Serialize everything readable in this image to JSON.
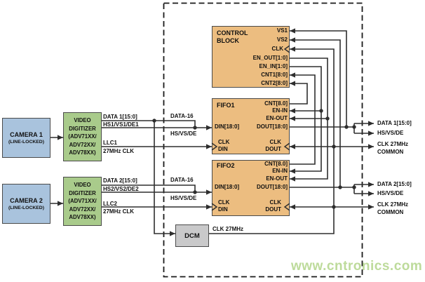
{
  "blocks": {
    "camera1": {
      "line1": "CAMERA 1",
      "line2": "(LINE-LOCKED)"
    },
    "camera2": {
      "line1": "CAMERA 2",
      "line2": "(LINE-LOCKED)"
    },
    "digitizer1": {
      "l1": "VIDEO",
      "l2": "DIGITIZER",
      "l3": "(ADV71XX/",
      "l4": "ADV72XX/",
      "l5": "ADV78XX)"
    },
    "digitizer2": {
      "l1": "VIDEO",
      "l2": "DIGITIZER",
      "l3": "(ADV71XX/",
      "l4": "ADV72XX/",
      "l5": "ADV78XX)"
    },
    "control": {
      "title1": "CONTROL",
      "title2": "BLOCK",
      "vs1": "VS1",
      "vs2": "VS2",
      "clk": "CLK",
      "en_out": "EN_OUT[1:0]",
      "en_in": "EN_IN[1:0]",
      "cnt1": "CNT1[8:0]",
      "cnt2": "CNT2[8:0]"
    },
    "fifo1": {
      "title": "FIFO1",
      "cnt": "CNT[8.0]",
      "en_in": "EN-IN",
      "en_out": "EN-OUT",
      "din": "DIN[18:0]",
      "dout": "DOUT[18:0]",
      "clk_din_1": "CLK",
      "clk_din_2": "DIN",
      "clk_dout_1": "CLK",
      "clk_dout_2": "DOUT"
    },
    "fifo2": {
      "title": "FIFO2",
      "cnt": "CNT[8.0]",
      "en_in": "EN-IN",
      "en_out": "EN-OUT",
      "din": "DIN[18:0]",
      "dout": "DOUT[18:0]",
      "clk_din_1": "CLK",
      "clk_din_2": "DIN",
      "clk_dout_1": "CLK",
      "clk_dout_2": "DOUT"
    },
    "dcm": {
      "title": "DCM"
    }
  },
  "wire_labels": {
    "data1": "DATA 1[15:0]",
    "hs1": "HS1/VS1/DE1",
    "llc1": "LLC1",
    "clk27_1": "27MHz CLK",
    "data16_1": "DATA-16",
    "hsvsde_1": "HS/VS/DE",
    "data2": "DATA 2[15:0]",
    "hs2": "HS2/VS2/DE2",
    "llc2": "LLC2",
    "clk27_2": "27MHz CLK",
    "data16_2": "DATA-16",
    "hsvsde_2": "HS/VS/DE",
    "dcm_clk": "CLK 27MHz"
  },
  "outputs": {
    "data1": "DATA 1[15:0]",
    "hsvsde1": "HS/VS/DE",
    "clk_common1a": "CLK 27MHz",
    "clk_common1b": "COMMON",
    "data2": "DATA 2[15:0]",
    "hsvsde2": "HS/VS/DE",
    "clk_common2a": "CLK 27MHz",
    "clk_common2b": "COMMON"
  },
  "watermark": "www.cntronics.com",
  "colors": {
    "camera": "#a9c3dd",
    "digitizer": "#a9cb8b",
    "logic": "#ecbd80",
    "dcm": "#c9c9ca",
    "wire": "#2e2e2e",
    "watermark": "#a8cf7a"
  }
}
